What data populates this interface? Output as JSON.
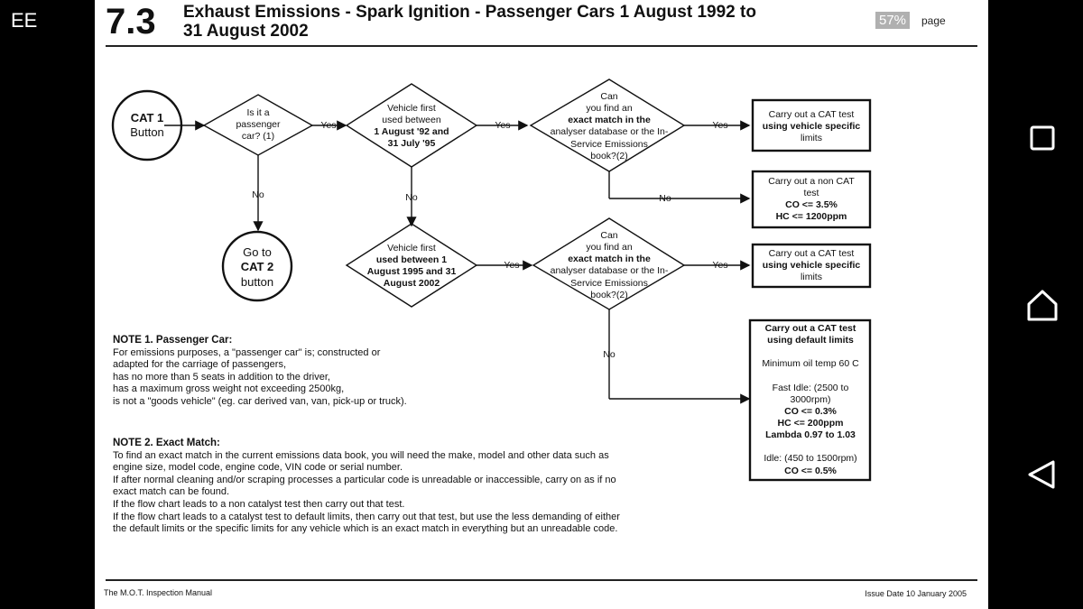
{
  "status_bar": {
    "carrier": "EE",
    "battery": "57%",
    "page_label": "page"
  },
  "document": {
    "section_number": "7.3",
    "title_line1": "Exhaust Emissions - Spark Ignition - Passenger Cars 1 August 1992 to",
    "title_line2": "31 August 2002",
    "flowchart": {
      "cat1_button": [
        "CAT 1",
        "Button"
      ],
      "q_passenger": [
        "Is it a",
        "passenger",
        "car? (1)"
      ],
      "q_date1": [
        "Vehicle first",
        "used between",
        "1 August '92 and",
        "31 July '95"
      ],
      "q_match1": [
        "Can",
        "you find an",
        "exact match in the",
        "analyser database or the In-",
        "Service Emissions",
        "book?(2)"
      ],
      "r_specific1": [
        "Carry out a CAT test",
        "using vehicle specific",
        "limits"
      ],
      "r_noncat": [
        "Carry out a non CAT",
        "test",
        "CO <= 3.5%",
        "HC <= 1200ppm"
      ],
      "goto_cat2": [
        "Go to",
        "CAT 2",
        "button"
      ],
      "q_date2": [
        "Vehicle first",
        "used between 1",
        "August 1995 and 31",
        "August 2002"
      ],
      "q_match2": [
        "Can",
        "you find an",
        "exact match in the",
        "analyser database or the In-",
        "Service Emissions",
        "book?(2)"
      ],
      "r_specific2": [
        "Carry out a CAT test",
        "using vehicle specific",
        "limits"
      ],
      "r_default": [
        "Carry out a CAT test",
        "using default limits",
        "",
        "Minimum oil temp 60 C",
        "",
        "Fast Idle:  (2500 to",
        "3000rpm)",
        "CO <= 0.3%",
        "HC <= 200ppm",
        "Lambda 0.97 to 1.03",
        "",
        "Idle: (450 to 1500rpm)",
        "CO <= 0.5%"
      ],
      "yes": "Yes",
      "no": "No"
    },
    "note1": {
      "heading": "NOTE 1. Passenger Car:",
      "lines": [
        "For emissions purposes, a \"passenger car\"  is; constructed or",
        "adapted for the carriage of passengers,",
        "has no more than 5 seats in addition to the driver,",
        "has a maximum gross weight not exceeding 2500kg,",
        "is not a \"goods vehicle\" (eg. car derived van, van, pick-up or truck)."
      ]
    },
    "note2": {
      "heading": "NOTE 2. Exact Match:",
      "lines": [
        "To find an exact match in the current emissions data book, you will need the make, model and other data such as",
        "engine size, model code, engine code, VIN code or serial number.",
        "If after normal cleaning and/or scraping processes a particular code is unreadable or inaccessible, carry on as if no",
        "exact match can be found.",
        "If the flow chart leads to a non catalyst test then carry out that test.",
        "If the flow chart leads to a catalyst test to default limits, then carry out that test, but use the less demanding of either",
        "the default limits or the specific limits for any vehicle which is an exact match in everything but an unreadable code."
      ]
    },
    "footer_left": "The M.O.T. Inspection Manual",
    "footer_right": "Issue Date 10 January 2005"
  }
}
